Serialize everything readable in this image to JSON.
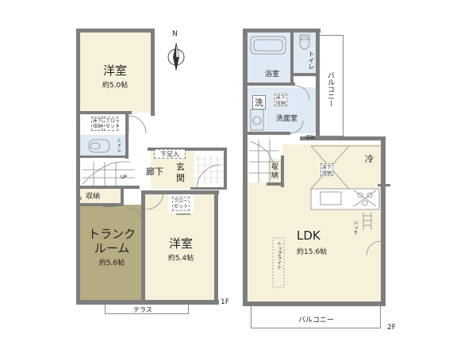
{
  "floor1": {
    "western_room_top": {
      "name": "洋室",
      "size": "約5.0帖"
    },
    "underfloor_storage": "床下\n収納",
    "closet_small": "クロー\nゼット",
    "toilet": "トイレ",
    "up_label": "UP",
    "hallway": "廊下",
    "shoe_cabinet": "下足入",
    "entrance": "玄\n関",
    "storage": "収納",
    "closet": "クロー\nゼット",
    "trunk_room": {
      "name_line1": "トランク",
      "name_line2": "ルーム",
      "size": "約5.6帖"
    },
    "western_room_bottom": {
      "name": "洋室",
      "size": "約5.4帖"
    },
    "terrace": "テラス",
    "floor_label": "1F"
  },
  "floor2": {
    "bathroom": "浴室",
    "toilet": "トイレ",
    "underfloor_storage": "床下\n収納",
    "laundry": "洗",
    "washroom": "洗面室",
    "balcony_side": "バルコニー",
    "fridge": "冷",
    "underfloor_storage_2": "床下\n収納",
    "storage": "収\n納",
    "cabinet_small": "収納",
    "ldk": {
      "name": "LDK",
      "size": "約15.6帖"
    },
    "skylight": "トップライト",
    "counter": "ハッチ",
    "balcony_bottom": "バルコニー",
    "floor_label": "2F"
  },
  "compass": {
    "north": "N"
  }
}
